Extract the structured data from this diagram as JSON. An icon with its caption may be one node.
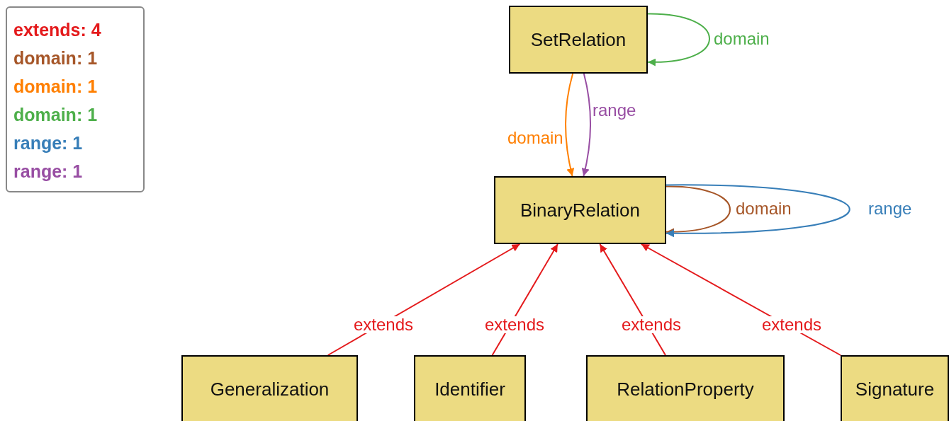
{
  "diagram": {
    "nodes": [
      {
        "text": [
          "SetRelation"
        ]
      },
      {
        "text": [
          "BinaryRelation"
        ]
      },
      {
        "text": [
          "Generalization"
        ]
      },
      {
        "text": [
          "Identifier"
        ]
      },
      {
        "text": [
          "RelationProperty"
        ]
      },
      {
        "text": [
          "Signature"
        ]
      }
    ],
    "edges": [
      {
        "from": 0,
        "to": 0,
        "arrow": "to",
        "label": "domain",
        "color": "#4daf4a"
      },
      {
        "from": 0,
        "to": 1,
        "arrow": "to",
        "label": "domain",
        "color": "#ff7f00"
      },
      {
        "from": 0,
        "to": 1,
        "arrow": "to",
        "label": "range",
        "color": "#984ea3"
      },
      {
        "from": 1,
        "to": 1,
        "arrow": "to",
        "label": "domain",
        "color": "#a65628"
      },
      {
        "from": 1,
        "to": 1,
        "arrow": "to",
        "label": "range",
        "color": "#377eb8"
      },
      {
        "from": 2,
        "to": 1,
        "arrow": "to",
        "label": "extends"
      },
      {
        "from": 3,
        "to": 1,
        "arrow": "to",
        "label": "extends"
      },
      {
        "from": 4,
        "to": 1,
        "arrow": "to",
        "label": "extends"
      },
      {
        "from": 5,
        "to": 1,
        "arrow": "to",
        "label": "extends"
      }
    ],
    "legend": [
      {
        "text": "extends: 4",
        "color": "#e41a1c"
      },
      {
        "text": "domain: 1",
        "color": "#a65628"
      },
      {
        "text": "domain: 1",
        "color": "#ff7f00"
      },
      {
        "text": "domain: 1",
        "color": "#4daf4a"
      },
      {
        "text": "range: 1",
        "color": "#377eb8"
      },
      {
        "text": "range: 1",
        "color": "#984ea3"
      }
    ]
  }
}
